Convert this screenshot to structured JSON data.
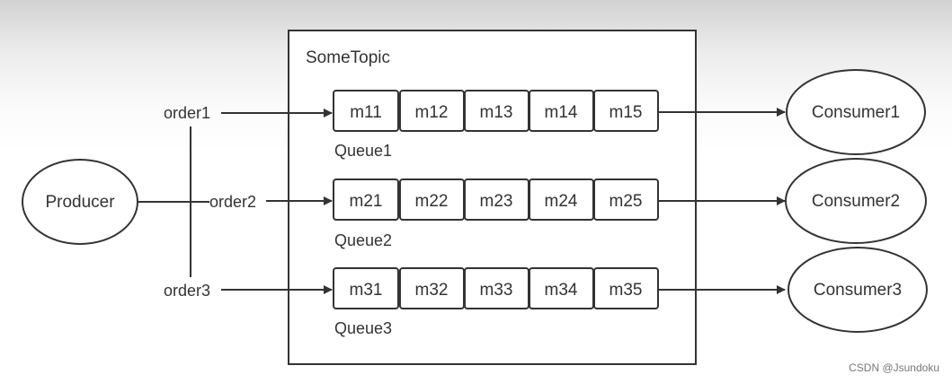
{
  "topic": {
    "label": "SomeTopic"
  },
  "producer": {
    "label": "Producer"
  },
  "orders": [
    {
      "label": "order1"
    },
    {
      "label": "order2"
    },
    {
      "label": "order3"
    }
  ],
  "queues": [
    {
      "label": "Queue1",
      "messages": [
        "m11",
        "m12",
        "m13",
        "m14",
        "m15"
      ],
      "consumer": "Consumer1"
    },
    {
      "label": "Queue2",
      "messages": [
        "m21",
        "m22",
        "m23",
        "m24",
        "m25"
      ],
      "consumer": "Consumer2"
    },
    {
      "label": "Queue3",
      "messages": [
        "m31",
        "m32",
        "m33",
        "m34",
        "m35"
      ],
      "consumer": "Consumer3"
    }
  ],
  "watermark": "CSDN @Jsundoku",
  "colors": {
    "stroke": "#333333",
    "text": "#333333",
    "fill": "#ffffff"
  }
}
